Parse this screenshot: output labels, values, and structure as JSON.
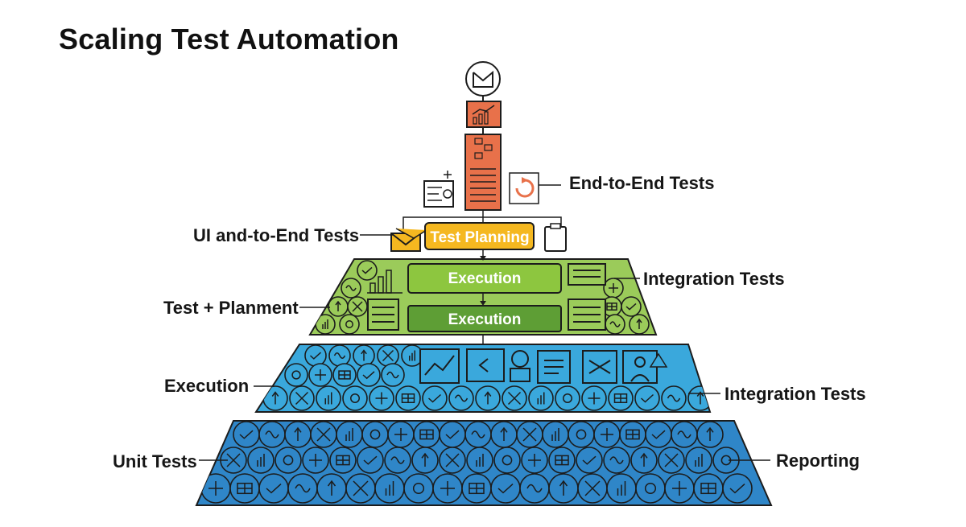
{
  "title": "Scaling Test Automation",
  "labels": {
    "end_to_end": "End-to-End Tests",
    "ui_end_to_end": "UI and-to-End Tests",
    "integration_1": "Integration Tests",
    "test_planment": "Test + Planment",
    "execution_left": "Execution",
    "integration_2": "Integration Tests",
    "unit_tests": "Unit Tests",
    "reporting": "Reporting"
  },
  "boxes": {
    "test_planning": "Test Planning",
    "execution_1": "Execution",
    "execution_2": "Execution"
  },
  "colors": {
    "orange": "#E8714A",
    "yellow": "#F5B820",
    "green_light": "#9BCB5A",
    "green_dark": "#5E9E35",
    "blue_mid": "#3AA8DC",
    "blue_dark": "#2F86C8",
    "outline": "#1c1c1c"
  },
  "icons": [
    "chart-icon",
    "flowchart-icon",
    "document-icon",
    "refresh-icon",
    "envelope-icon",
    "clipboard-icon",
    "bar-chart-icon",
    "check-icon",
    "close-icon",
    "warning-icon",
    "gear-icon",
    "globe-icon",
    "plus-icon",
    "user-icon"
  ]
}
